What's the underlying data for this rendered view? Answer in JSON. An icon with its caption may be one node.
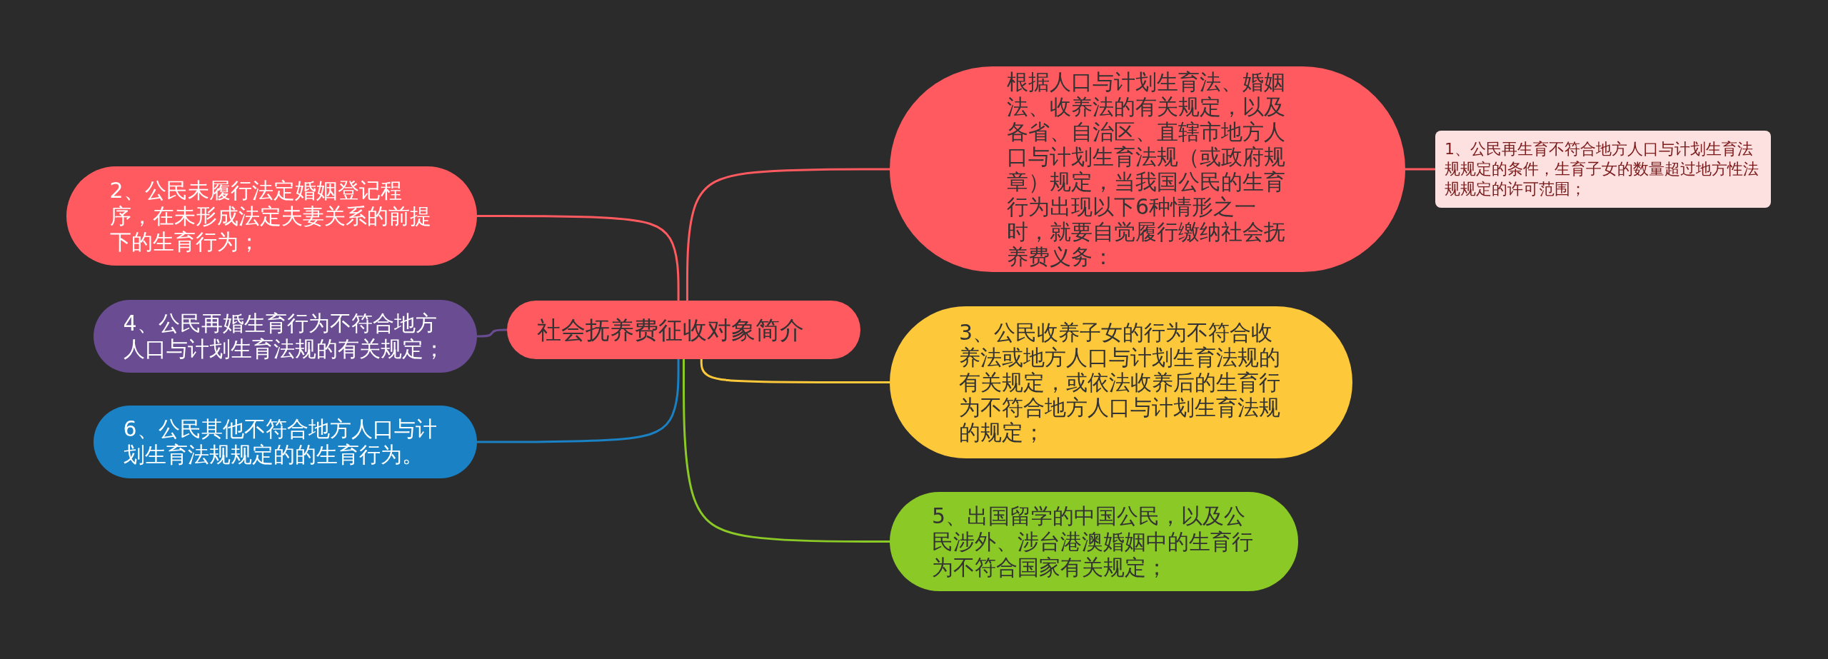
{
  "diagram": {
    "nodes": [
      {
        "text": [
          "社会抚养费征收对象简介"
        ]
      },
      {
        "text": [
          "根据人口与计划生育法、婚姻法、收养法的有关规定，以及各省、自治区、直辖市地方人口与计划生育法规（或政府规章）规定，当我国公民的生育行为出现以下6种情形之一时，就要自觉履行缴纳社会抚养费义务："
        ]
      },
      {
        "text": [
          "1、公民再生育不符合地方人口与计划生育法规规定的条件，生育子女的数量超过地方性法规规定的许可范围；"
        ]
      },
      {
        "text": [
          "2、公民未履行法定婚姻登记程序，在未形成法定夫妻关系的前提下的生育行为；"
        ]
      },
      {
        "text": [
          "3、公民收养子女的行为不符合收养法或地方人口与计划生育法规的有关规定，或依法收养后的生育行为不符合地方人口与计划生育法规的规定；"
        ]
      },
      {
        "text": [
          "4、公民再婚生育行为不符合地方人口与计划生育法规的有关规定；"
        ]
      },
      {
        "text": [
          "5、出国留学的中国公民，以及公民涉外、涉台港澳婚姻中的生育行为不符合国家有关规定；"
        ]
      },
      {
        "text": [
          "6、公民其他不符合地方人口与计划生育法规规定的的生育行为。"
        ]
      }
    ],
    "edges": [
      {
        "from": 0,
        "to": 1,
        "arrow": "none"
      },
      {
        "from": 1,
        "to": 2,
        "arrow": "none"
      },
      {
        "from": 0,
        "to": 3,
        "arrow": "none"
      },
      {
        "from": 0,
        "to": 4,
        "arrow": "none",
        "color": "#fdc93a"
      },
      {
        "from": 0,
        "to": 5,
        "arrow": "none",
        "color": "#6a4c93"
      },
      {
        "from": 0,
        "to": 6,
        "arrow": "none",
        "color": "#8ac926"
      },
      {
        "from": 0,
        "to": 7,
        "arrow": "none",
        "color": "#1a82c4"
      }
    ]
  }
}
